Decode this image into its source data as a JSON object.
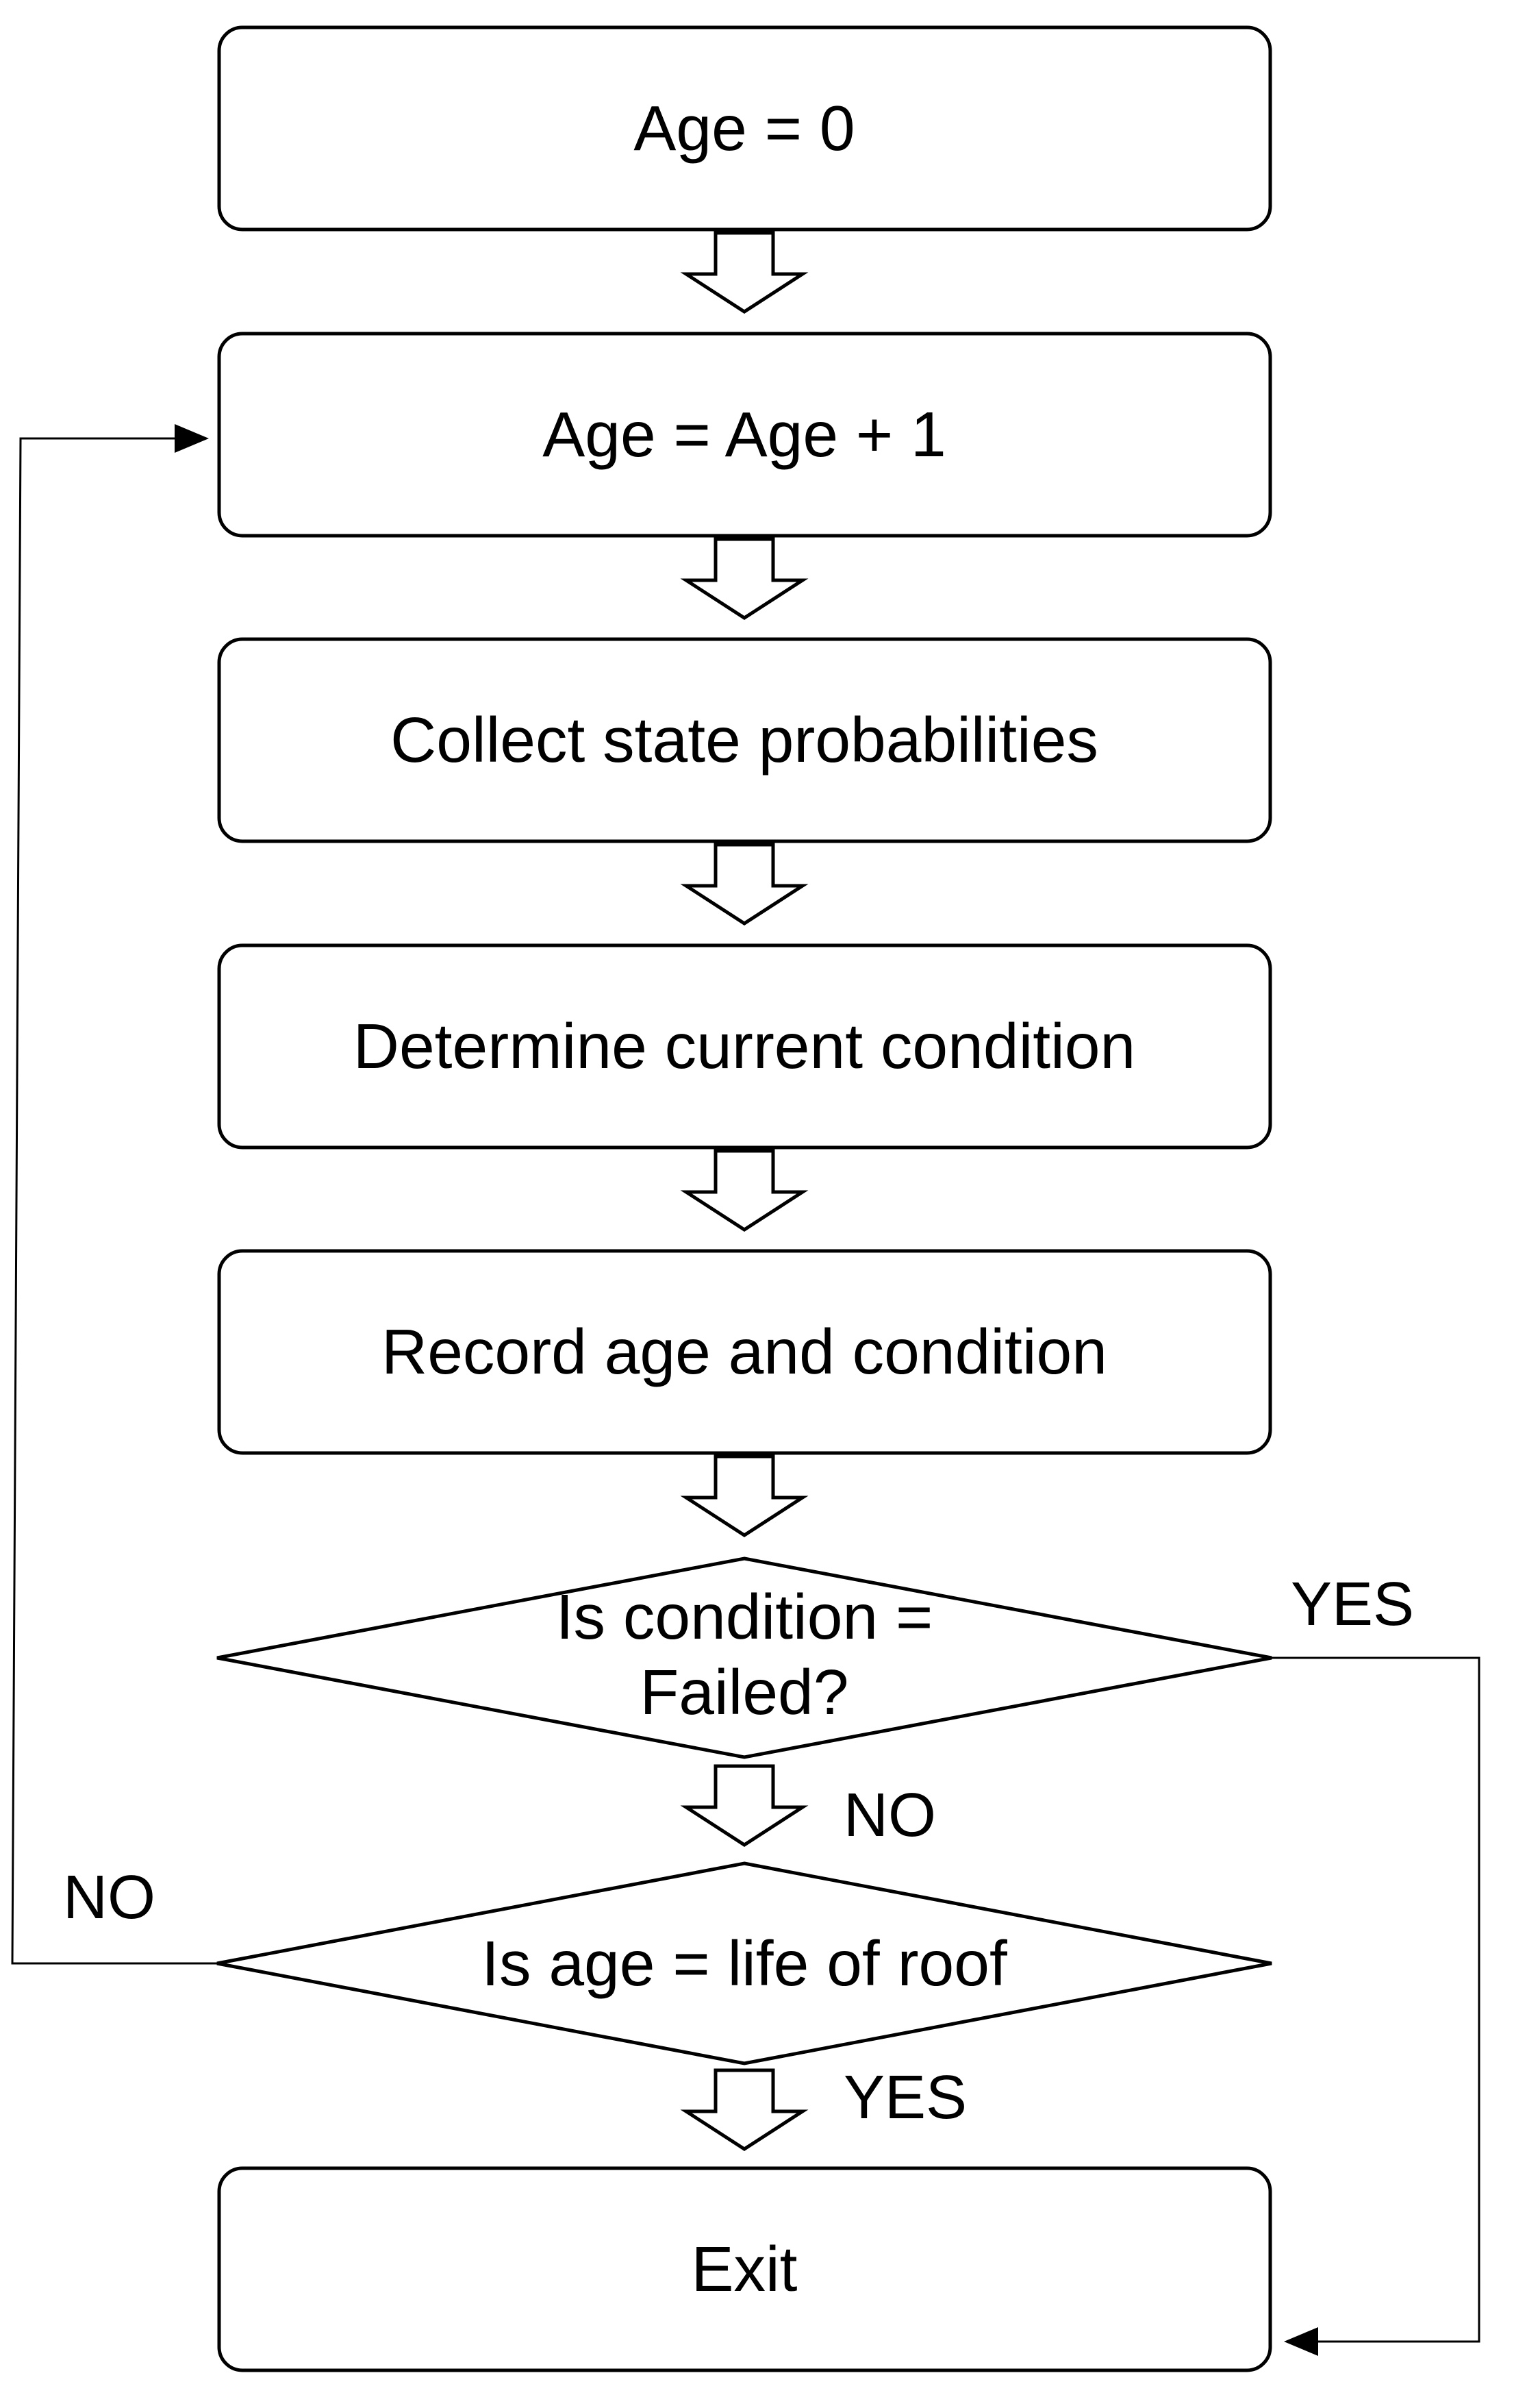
{
  "steps": {
    "age_init": "Age = 0",
    "age_increment": "Age = Age + 1",
    "collect": "Collect state probabilities",
    "determine": "Determine current condition",
    "record": "Record age and condition",
    "exit": "Exit"
  },
  "decisions": {
    "failed": {
      "line1": "Is condition =",
      "line2": "Failed?"
    },
    "life": "Is age = life of roof"
  },
  "labels": {
    "failed_yes": "YES",
    "failed_no": "NO",
    "life_no": "NO",
    "life_yes": "YES"
  }
}
